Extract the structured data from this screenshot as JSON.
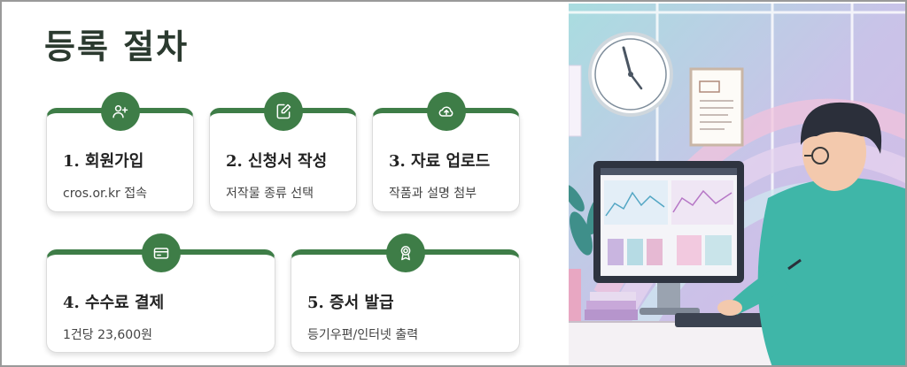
{
  "title": "등록 절차",
  "steps": [
    {
      "title": "1. 회원가입",
      "desc": "cros.or.kr 접속",
      "icon": "add-user-icon"
    },
    {
      "title": "2. 신청서 작성",
      "desc": "저작물 종류 선택",
      "icon": "edit-document-icon"
    },
    {
      "title": "3. 자료 업로드",
      "desc": "작품과 설명 첨부",
      "icon": "cloud-upload-icon"
    },
    {
      "title": "4. 수수료 결제",
      "desc": "1건당 23,600원",
      "icon": "credit-card-icon"
    },
    {
      "title": "5. 증서 발급",
      "desc": "등기우편/인터넷 출력",
      "icon": "award-icon"
    }
  ],
  "colors": {
    "accent": "#3e7d47",
    "title": "#2b3a2f"
  }
}
